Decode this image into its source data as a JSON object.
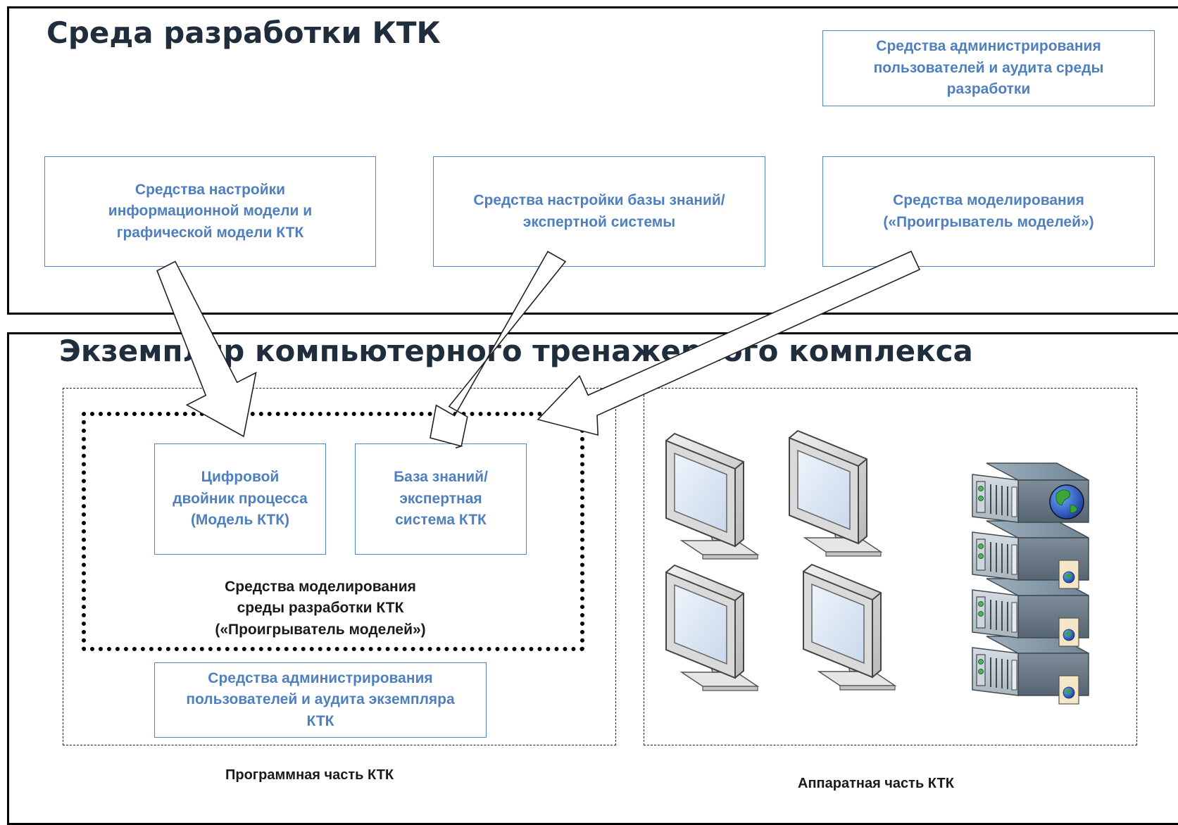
{
  "dev_env": {
    "title": "Среда разработки КТК",
    "admin_box": "Средства администрирования\nпользователей и аудита среды\nразработки",
    "tool_info_model": "Средства настройки\nинформационной модели и\nграфической модели КТК",
    "tool_knowledge_base": "Средства настройки базы знаний/\nэкспертной системы",
    "tool_modeling": "Средства моделирования\n(«Проигрыватель моделей»)"
  },
  "instance": {
    "title": "Экземпляр компьютерного тренажерного комплекса",
    "digital_twin": "Цифровой\nдвойник процесса\n(Модель КТК)",
    "knowledge_base": "База знаний/\nэкспертная\nсистема КТК",
    "modeling_label": "Средства моделирования\nсреды разработки КТК\n(«Проигрыватель моделей»)",
    "admin_box": "Средства администрирования\nпользователей и аудита экземпляра\nКТК",
    "software_caption": "Программная часть КТК",
    "hardware_caption": "Аппаратная часть КТК"
  },
  "hardware": {
    "workstations": [
      "monitor-icon",
      "monitor-icon",
      "monitor-icon",
      "monitor-icon"
    ],
    "servers": [
      "web-server-icon",
      "secure-server-icon",
      "secure-server-icon",
      "secure-server-icon"
    ]
  },
  "colors": {
    "box_border": "#4f86c6",
    "box_text": "#4f7fbf",
    "title_text": "#1f2d3d"
  }
}
